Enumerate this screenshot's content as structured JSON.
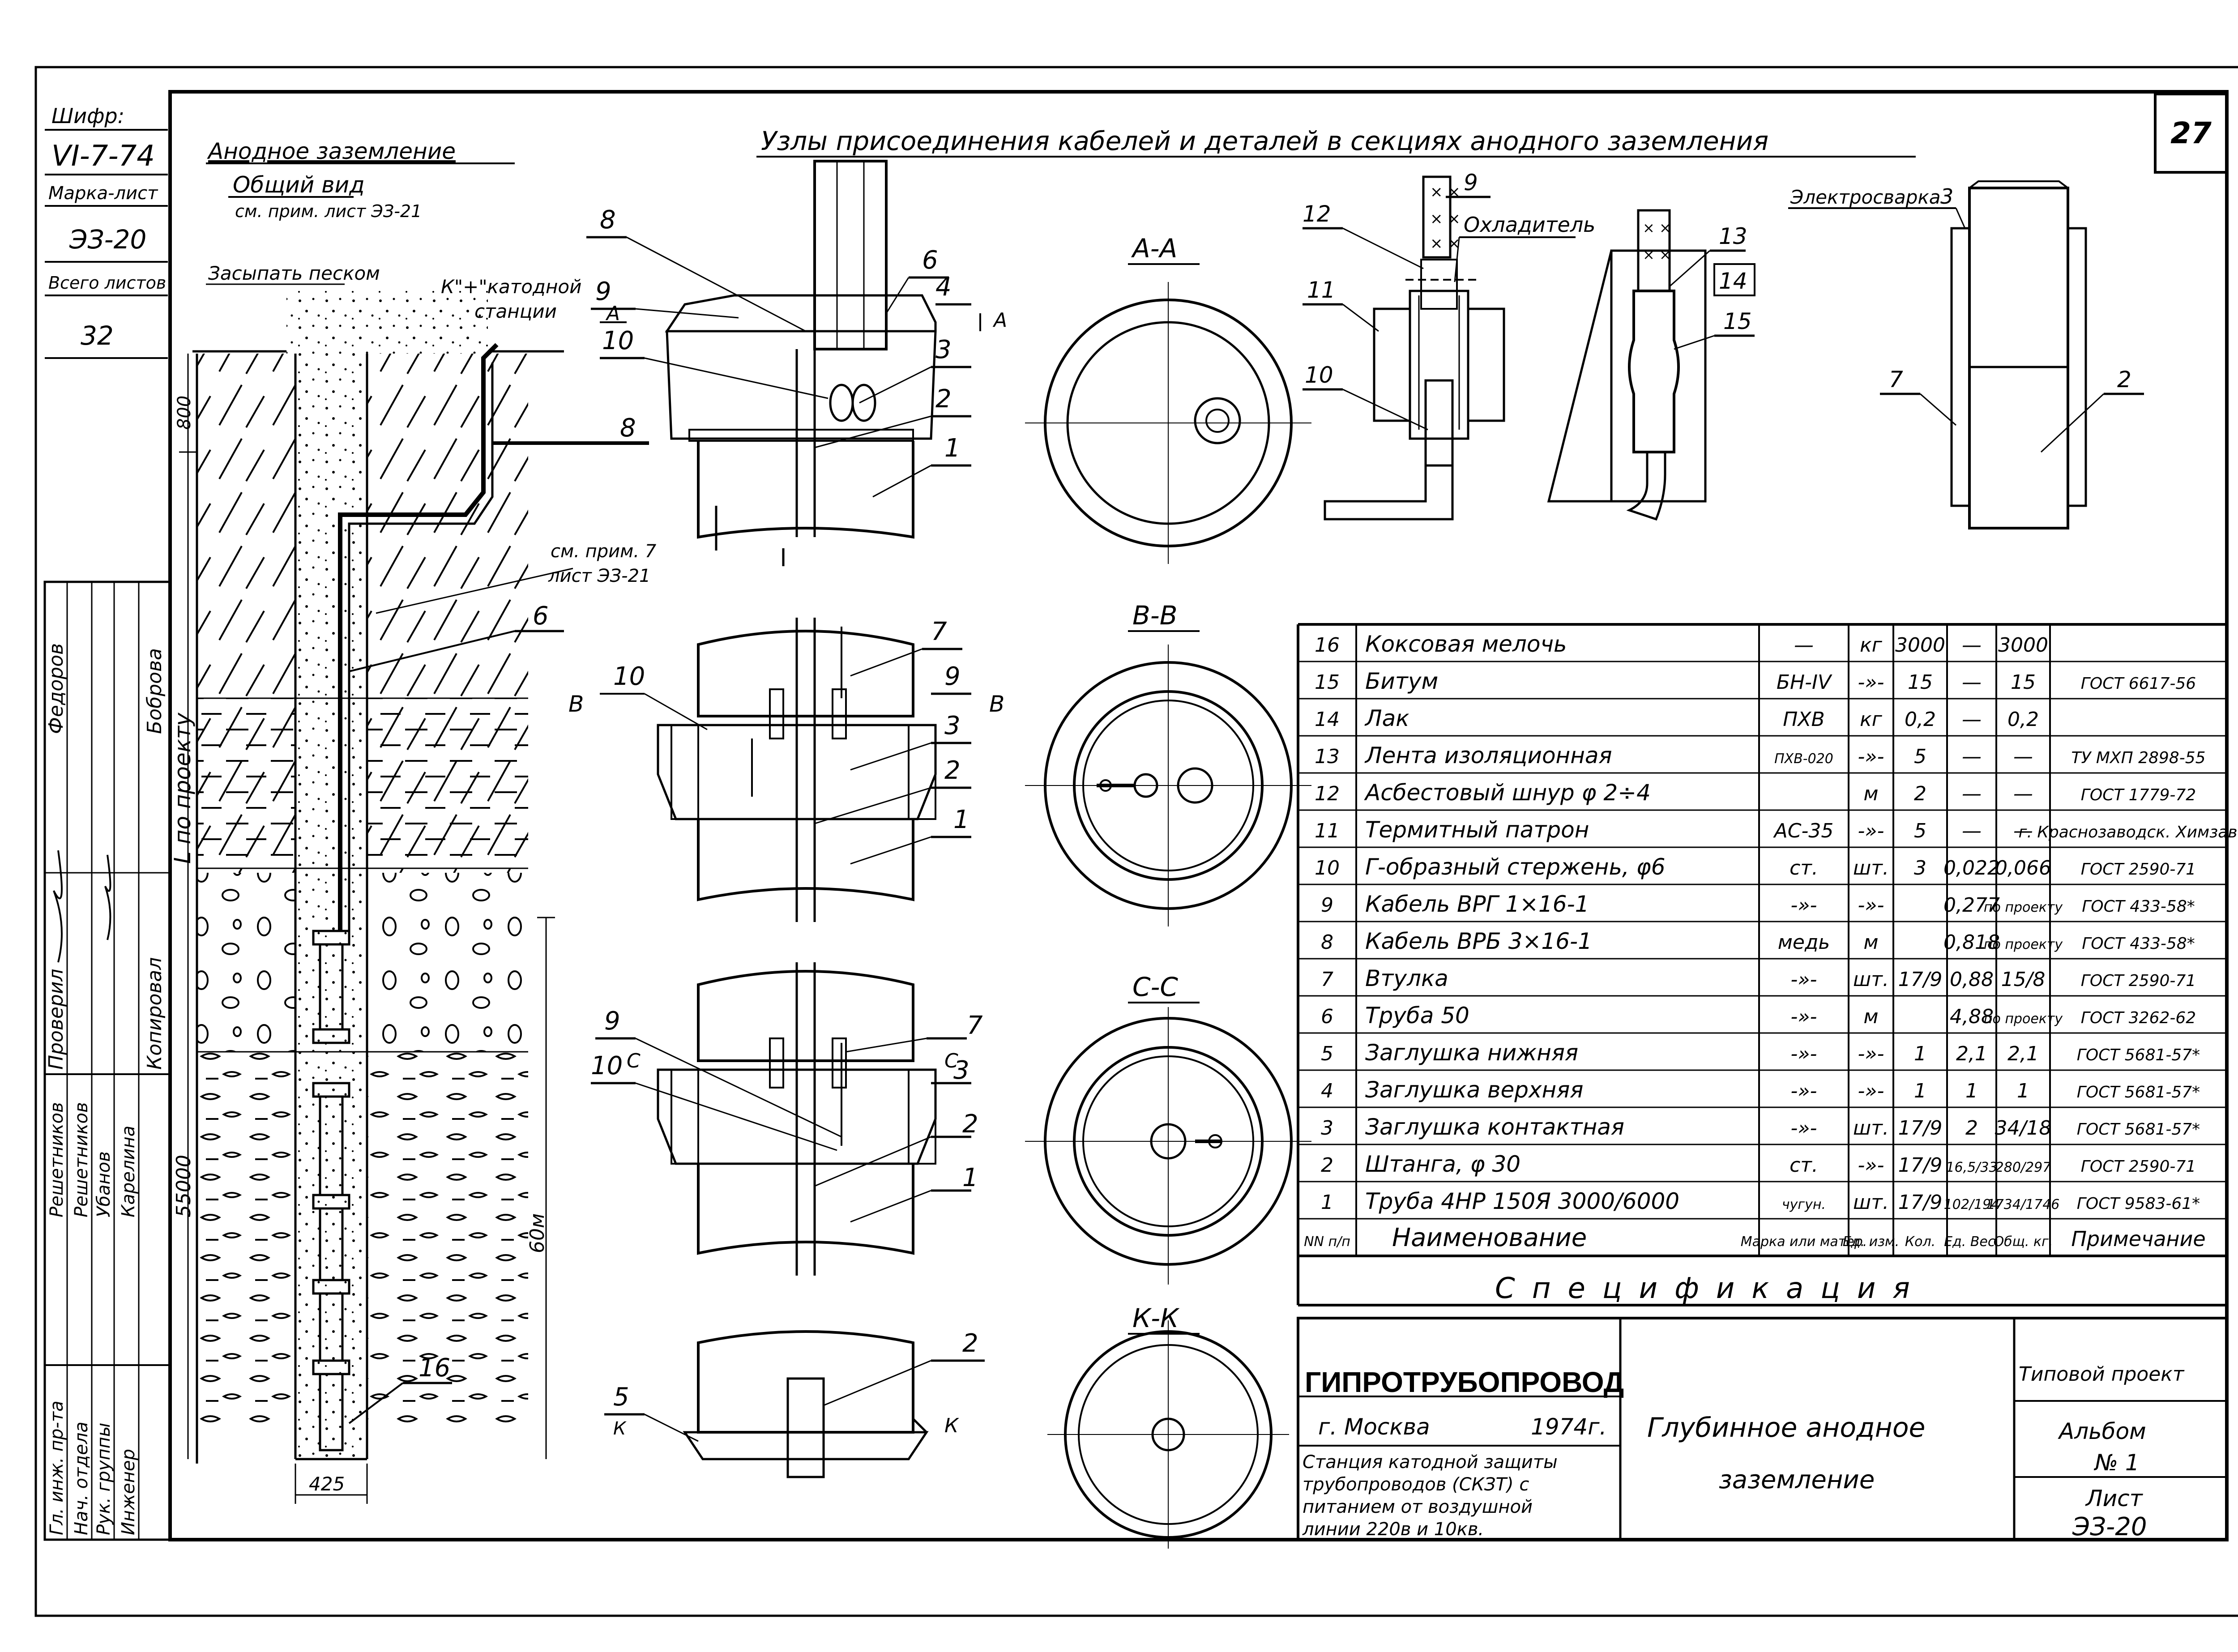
{
  "sheet_number": "27",
  "cipher": {
    "label": "Шифр:",
    "value": "VI-7-74",
    "mark_label": "Марка-лист",
    "mark_value": "ЭЗ-20",
    "total_label": "Всего листов",
    "total_value": "32"
  },
  "left_view": {
    "title": "Анодное заземление",
    "subtitle": "Общий вид",
    "ref": "см. прим. лист ЭЗ-21",
    "sand_note": "Засыпать песком",
    "cathode_note_1": "К\"+\"катодной",
    "cathode_note_2": "станции",
    "note7_1": "см. прим. 7",
    "note7_2": "лист ЭЗ-21",
    "dim_800": "800",
    "dim_project": "L по проекту",
    "dim_55000": "55000",
    "dim_60m": "60м",
    "dim_425": "425",
    "callouts": [
      "8",
      "6",
      "16"
    ]
  },
  "main_title": "Узлы присоединения кабелей и деталей в секциях анодного заземления",
  "sections": {
    "aa": "А-А",
    "bb": "В-В",
    "cc": "С-С",
    "kk": "К-К",
    "a_mark": "А",
    "b_mark": "В",
    "c_mark": "С",
    "k_mark": "К"
  },
  "node_callouts": {
    "n1": [
      "8",
      "6",
      "9",
      "4",
      "10",
      "3",
      "2",
      "1"
    ],
    "n2": [
      "10",
      "7",
      "9",
      "3",
      "2",
      "1"
    ],
    "n3": [
      "9",
      "7",
      "10",
      "3",
      "2",
      "1"
    ],
    "n4": [
      "5",
      "2"
    ]
  },
  "detail_labels": {
    "n12": "12",
    "n9": "9",
    "cooler": "Охладитель",
    "n11": "11",
    "n10": "10",
    "n13": "13",
    "n14": "14",
    "n15": "15",
    "weld": "Электросварка",
    "n3": "3",
    "n7": "7",
    "n2": "2"
  },
  "spec_table": {
    "rows": [
      {
        "n": "16",
        "name": "Коксовая мелочь",
        "mark": "—",
        "unit": "кг",
        "qty": "3000",
        "unit_w": "—",
        "total_w": "3000",
        "note": ""
      },
      {
        "n": "15",
        "name": "Битум",
        "mark": "БН-IV",
        "unit": "-»-",
        "qty": "15",
        "unit_w": "—",
        "total_w": "15",
        "note": "ГОСТ 6617-56"
      },
      {
        "n": "14",
        "name": "Лак",
        "mark": "ПХВ",
        "unit": "кг",
        "qty": "0,2",
        "unit_w": "—",
        "total_w": "0,2",
        "note": ""
      },
      {
        "n": "13",
        "name": "Лента изоляционная",
        "mark": "ПХВ-020",
        "unit": "-»-",
        "qty": "5",
        "unit_w": "—",
        "total_w": "—",
        "note": "ТУ МХП 2898-55"
      },
      {
        "n": "12",
        "name": "Асбестовый шнур φ 2÷4",
        "mark": "",
        "unit": "м",
        "qty": "2",
        "unit_w": "—",
        "total_w": "—",
        "note": "ГОСТ 1779-72"
      },
      {
        "n": "11",
        "name": "Термитный патрон",
        "mark": "АС-35",
        "unit": "-»-",
        "qty": "5",
        "unit_w": "—",
        "total_w": "—",
        "note": "г. Краснозаводск. Химзавод"
      },
      {
        "n": "10",
        "name": "Г-образный стержень, φ6",
        "mark": "ст.",
        "unit": "шт.",
        "qty": "3",
        "unit_w": "0,022",
        "total_w": "0,066",
        "note": "ГОСТ 2590-71"
      },
      {
        "n": "9",
        "name": "Кабель ВРГ 1×16-1",
        "mark": "-»-",
        "unit": "-»-",
        "qty": "",
        "unit_w": "0,277",
        "total_w": "по проекту",
        "note": "ГОСТ 433-58*"
      },
      {
        "n": "8",
        "name": "Кабель ВРБ 3×16-1",
        "mark": "медь",
        "unit": "м",
        "qty": "",
        "unit_w": "0,818",
        "total_w": "по проекту",
        "note": "ГОСТ 433-58*"
      },
      {
        "n": "7",
        "name": "Втулка",
        "mark": "-»-",
        "unit": "шт.",
        "qty": "17/9",
        "unit_w": "0,88",
        "total_w": "15/8",
        "note": "ГОСТ 2590-71"
      },
      {
        "n": "6",
        "name": "Труба 50",
        "mark": "-»-",
        "unit": "м",
        "qty": "",
        "unit_w": "4,88",
        "total_w": "по проекту",
        "note": "ГОСТ 3262-62"
      },
      {
        "n": "5",
        "name": "Заглушка нижняя",
        "mark": "-»-",
        "unit": "-»-",
        "qty": "1",
        "unit_w": "2,1",
        "total_w": "2,1",
        "note": "ГОСТ 5681-57*"
      },
      {
        "n": "4",
        "name": "Заглушка верхняя",
        "mark": "-»-",
        "unit": "-»-",
        "qty": "1",
        "unit_w": "1",
        "total_w": "1",
        "note": "ГОСТ 5681-57*"
      },
      {
        "n": "3",
        "name": "Заглушка контактная",
        "mark": "-»-",
        "unit": "шт.",
        "qty": "17/9",
        "unit_w": "2",
        "total_w": "34/18",
        "note": "ГОСТ 5681-57*"
      },
      {
        "n": "2",
        "name": "Штанга, φ 30",
        "mark": "ст.",
        "unit": "-»-",
        "qty": "17/9",
        "unit_w": "16,5/33",
        "total_w": "280/297",
        "note": "ГОСТ 2590-71"
      },
      {
        "n": "1",
        "name": "Труба 4НР 150Я 3000/6000",
        "mark": "чугун.",
        "unit": "шт.",
        "qty": "17/9",
        "unit_w": "102/194",
        "total_w": "1734/1746",
        "note": "ГОСТ 9583-61*"
      }
    ],
    "header": {
      "n": "NN п/п",
      "name": "Наименование",
      "mark": "Марка или матер.",
      "unit": "Ед. изм.",
      "qty": "Кол.",
      "unit_w": "Ед. Вес.",
      "total_w": "Общ. кг.",
      "note": "Примечание"
    },
    "title": "Спецификация"
  },
  "title_block": {
    "org": "ГИПРОТРУБОПРОВОД",
    "city": "г. Москва",
    "year": "1974г.",
    "desc_1": "Станция катодной защиты",
    "desc_2": "трубопроводов (СКЗТ) с",
    "desc_3": "питанием от воздушной",
    "desc_4": "линии 220в и 10кв.",
    "drawing_1": "Глубинное анодное",
    "drawing_2": "заземление",
    "project_type": "Типовой проект",
    "album_label": "Альбом",
    "album_no": "№ 1",
    "sheet_label": "Лист",
    "sheet_no": "ЭЗ-20"
  },
  "signatures": {
    "roles": [
      "Гл. инж. пр-та",
      "Нач. отдела",
      "Рук. группы",
      "Инженер"
    ],
    "checked": "Проверил",
    "traced": "Копировал",
    "names": [
      "Федоров",
      "Боброва",
      "Решетников",
      "Решетников",
      "Убанов",
      "Карелина"
    ]
  }
}
